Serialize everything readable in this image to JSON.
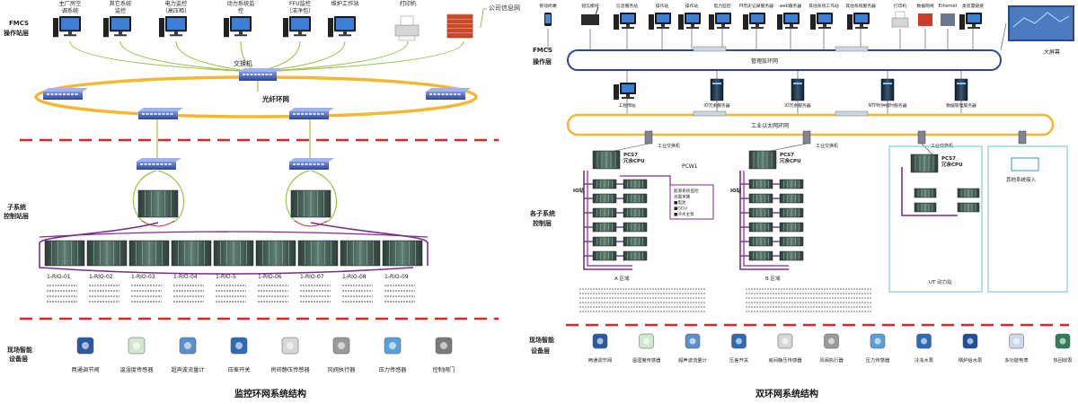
{
  "colors": {
    "ring_orange": "#f5b731",
    "link_green": "#9cc34a",
    "link_purple": "#7b2d8e",
    "divider_red": "#d9262b",
    "switch_blue": "#3f5fb5",
    "zone_border": "#6fc2c9"
  },
  "left": {
    "layer_labels": {
      "operator": [
        "FMCS",
        "操作站层"
      ],
      "subsystem": [
        "子系统",
        "控制站层"
      ],
      "field": [
        "现场智能",
        "设备层"
      ]
    },
    "top_devices": [
      {
        "label": [
          "主厂房空",
          "调系统"
        ],
        "icon": "computer-icon"
      },
      {
        "label": [
          "其它系统",
          "监控"
        ],
        "icon": "computer-icon"
      },
      {
        "label": [
          "电力监控",
          "（高压柜）"
        ],
        "icon": "computer-icon"
      },
      {
        "label": [
          "动力系统监",
          "控"
        ],
        "icon": "computer-icon"
      },
      {
        "label": [
          "FFU监控",
          "（洁净包）"
        ],
        "icon": "computer-icon"
      },
      {
        "label": [
          "维护工作站"
        ],
        "icon": "computer-icon"
      },
      {
        "label": [
          "打印机"
        ],
        "icon": "printer-icon"
      },
      {
        "label": [
          ""
        ],
        "icon": "firewall-icon"
      }
    ],
    "company_network": "公司信息网",
    "core_switch": "交换机",
    "fiber_ring": "光纤环网",
    "rio_labels": [
      "1-RIO-01",
      "1-RIO-02",
      "1-RIO-03",
      "1-RIO-04",
      "1-RIO-5",
      "1-RIO-06",
      "1-RIO-07",
      "1-RIO-08",
      "1-RIO-09"
    ],
    "field_devices": [
      "两通调节阀",
      "温湿度传感器",
      "超声波流量计",
      "压差开关",
      "房间静压传感器",
      "风阀执行器",
      "压力传感器",
      "控制阀门"
    ],
    "footer": "监控环网系统结构"
  },
  "right": {
    "layer_labels": {
      "operator": [
        "FMCS",
        "操作层"
      ],
      "subsystem": [
        "各子系统",
        "控制层"
      ],
      "field": [
        "现场智能",
        "设备层"
      ]
    },
    "top_devices": [
      "移动终端",
      "短信模块",
      "信息服务站",
      "操作站",
      "操作站",
      "电力监控",
      "PI历史记录服务器",
      "web服务器",
      "其他系统工作站",
      "其他系统服务器",
      "打印机",
      "数据网闸",
      "Ethernet",
      "类装置链接"
    ],
    "big_screen": "大屏幕",
    "mgmt_ring": "管理层环网",
    "servers": [
      "工程师站",
      "IO冗余服务器",
      "IO冗余服务器",
      "NTP时钟授时服务器",
      "数据管理服务器"
    ],
    "industrial_ring": "工业以太网环网",
    "industrial_switches": [
      "工业交换机",
      "工业交换机",
      "工业交换机"
    ],
    "cpu_labels": [
      "PCS7 冗余CPU",
      "PCS7 冗余CPU",
      "PCS7 冗余CPU"
    ],
    "io_label": "IO站",
    "pcw_box": {
      "title": "PCW1",
      "lines": [
        "能源系统监控",
        "流量采集",
        "■电池",
        "■GGU",
        "■冷水主泵"
      ]
    },
    "zones": [
      "A 区域",
      "B 区域",
      "UT 动力站"
    ],
    "other_access": "其他系统接入",
    "field_devices": [
      "两通调节阀",
      "温湿度传感器",
      "超声波流量计",
      "压差开关",
      "房间静压传感器",
      "风阀执行器",
      "压力传感器",
      "冷冻水泵",
      "锅炉给水泵",
      "多功能电表",
      "热回收泵"
    ],
    "footer": "双环网系统结构"
  }
}
